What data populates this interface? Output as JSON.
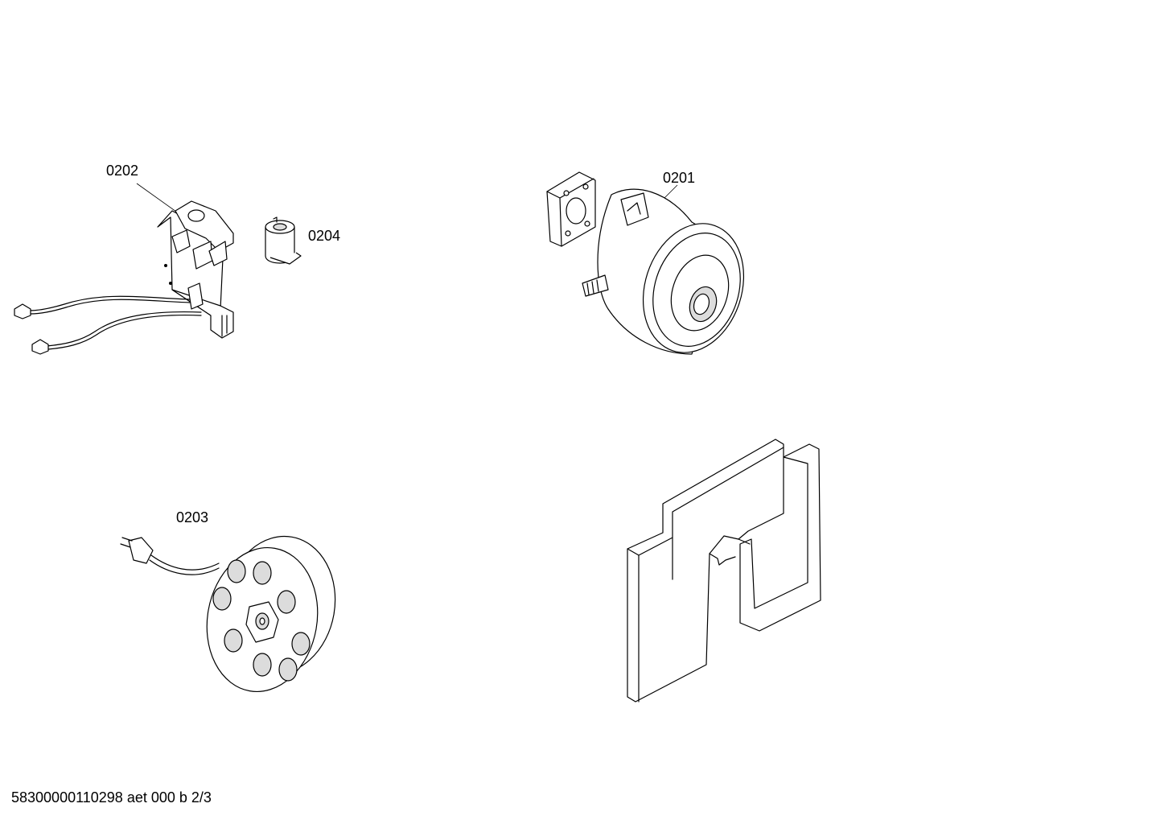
{
  "parts": [
    {
      "id": "0201",
      "label": "0201"
    },
    {
      "id": "0202",
      "label": "0202"
    },
    {
      "id": "0203",
      "label": "0203"
    },
    {
      "id": "0204",
      "label": "0204"
    }
  ],
  "footer": {
    "text": "58300000110298 aet 000 b 2/3"
  }
}
